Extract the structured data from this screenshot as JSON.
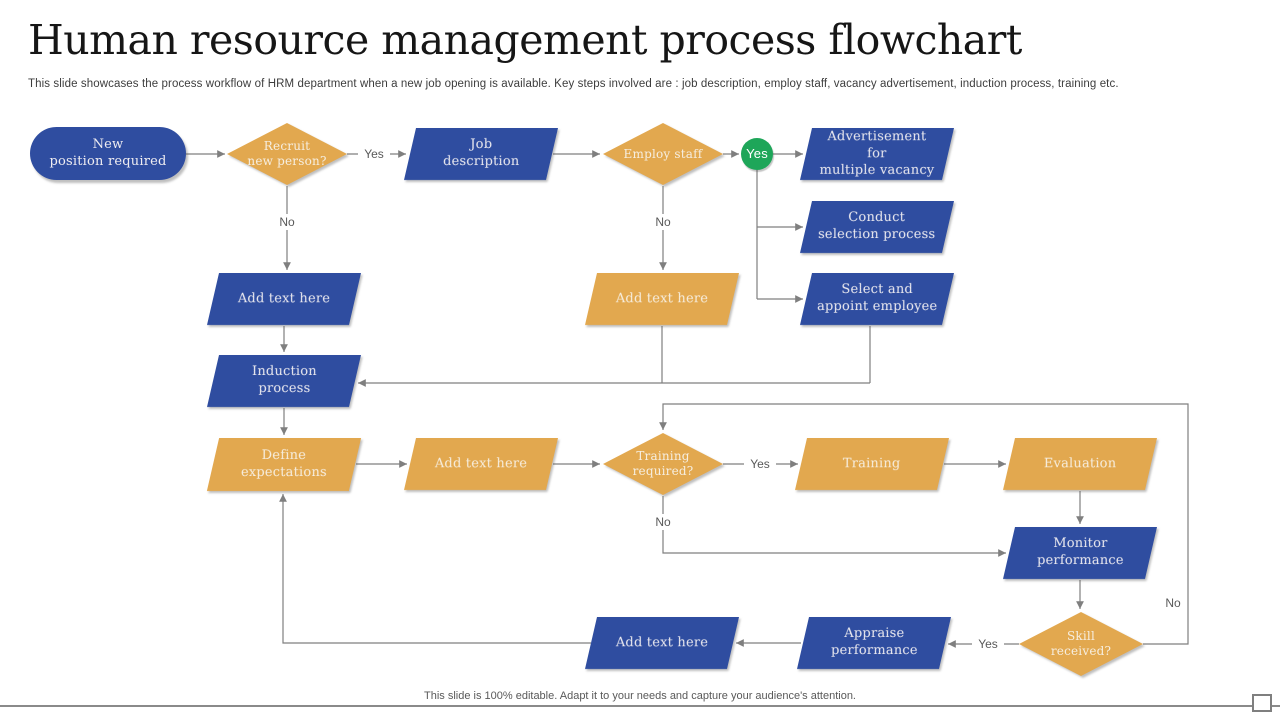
{
  "page": {
    "title": "Human resource management process flowchart",
    "subtitle": "This slide showcases the process workflow of HRM department when a new job opening is available. Key steps involved are : job description, employ staff, vacancy advertisement, induction process, training etc.",
    "footer": "This slide is 100% editable. Adapt it to your needs and capture your audience's attention."
  },
  "colors": {
    "shape_blue": "#2f4da0",
    "shape_orange": "#e2a84f",
    "badge_green": "#1ea659",
    "connector_gray": "#7f7f7f",
    "label_gray": "#595959"
  },
  "nodes": {
    "new_position": {
      "label": "New\nposition required",
      "shape": "stadium",
      "color": "blue"
    },
    "recruit_new_person": {
      "label": "Recruit\nnew person?",
      "shape": "diamond",
      "color": "orange"
    },
    "job_description": {
      "label": "Job\ndescription",
      "shape": "parallelogram",
      "color": "blue"
    },
    "employ_staff": {
      "label": "Employ staff",
      "shape": "diamond",
      "color": "orange"
    },
    "employ_yes_badge": {
      "label": "Yes",
      "shape": "circle",
      "color": "green"
    },
    "advertisement": {
      "label": "Advertisement for\nmultiple vacancy",
      "shape": "parallelogram",
      "color": "blue"
    },
    "conduct_selection": {
      "label": "Conduct\nselection process",
      "shape": "parallelogram",
      "color": "blue"
    },
    "select_appoint": {
      "label": "Select and\nappoint employee",
      "shape": "parallelogram",
      "color": "blue"
    },
    "add_text_1": {
      "label": "Add text here",
      "shape": "parallelogram",
      "color": "blue"
    },
    "add_text_2": {
      "label": "Add text here",
      "shape": "parallelogram",
      "color": "orange"
    },
    "induction_process": {
      "label": "Induction\nprocess",
      "shape": "parallelogram",
      "color": "blue"
    },
    "define_expectations": {
      "label": "Define\nexpectations",
      "shape": "parallelogram",
      "color": "orange"
    },
    "add_text_3": {
      "label": "Add text here",
      "shape": "parallelogram",
      "color": "orange"
    },
    "training_required": {
      "label": "Training\nrequired?",
      "shape": "diamond",
      "color": "orange"
    },
    "training": {
      "label": "Training",
      "shape": "parallelogram",
      "color": "orange"
    },
    "evaluation": {
      "label": "Evaluation",
      "shape": "parallelogram",
      "color": "orange"
    },
    "monitor_performance": {
      "label": "Monitor\nperformance",
      "shape": "parallelogram",
      "color": "blue"
    },
    "skill_received": {
      "label": "Skill\nreceived?",
      "shape": "diamond",
      "color": "orange"
    },
    "appraise_performance": {
      "label": "Appraise\nperformance",
      "shape": "parallelogram",
      "color": "blue"
    },
    "add_text_4": {
      "label": "Add text here",
      "shape": "parallelogram",
      "color": "blue"
    }
  },
  "edge_labels": {
    "recruit_yes": "Yes",
    "recruit_no": "No",
    "employ_no": "No",
    "training_yes": "Yes",
    "training_no": "No",
    "skill_yes": "Yes",
    "skill_no": "No"
  }
}
